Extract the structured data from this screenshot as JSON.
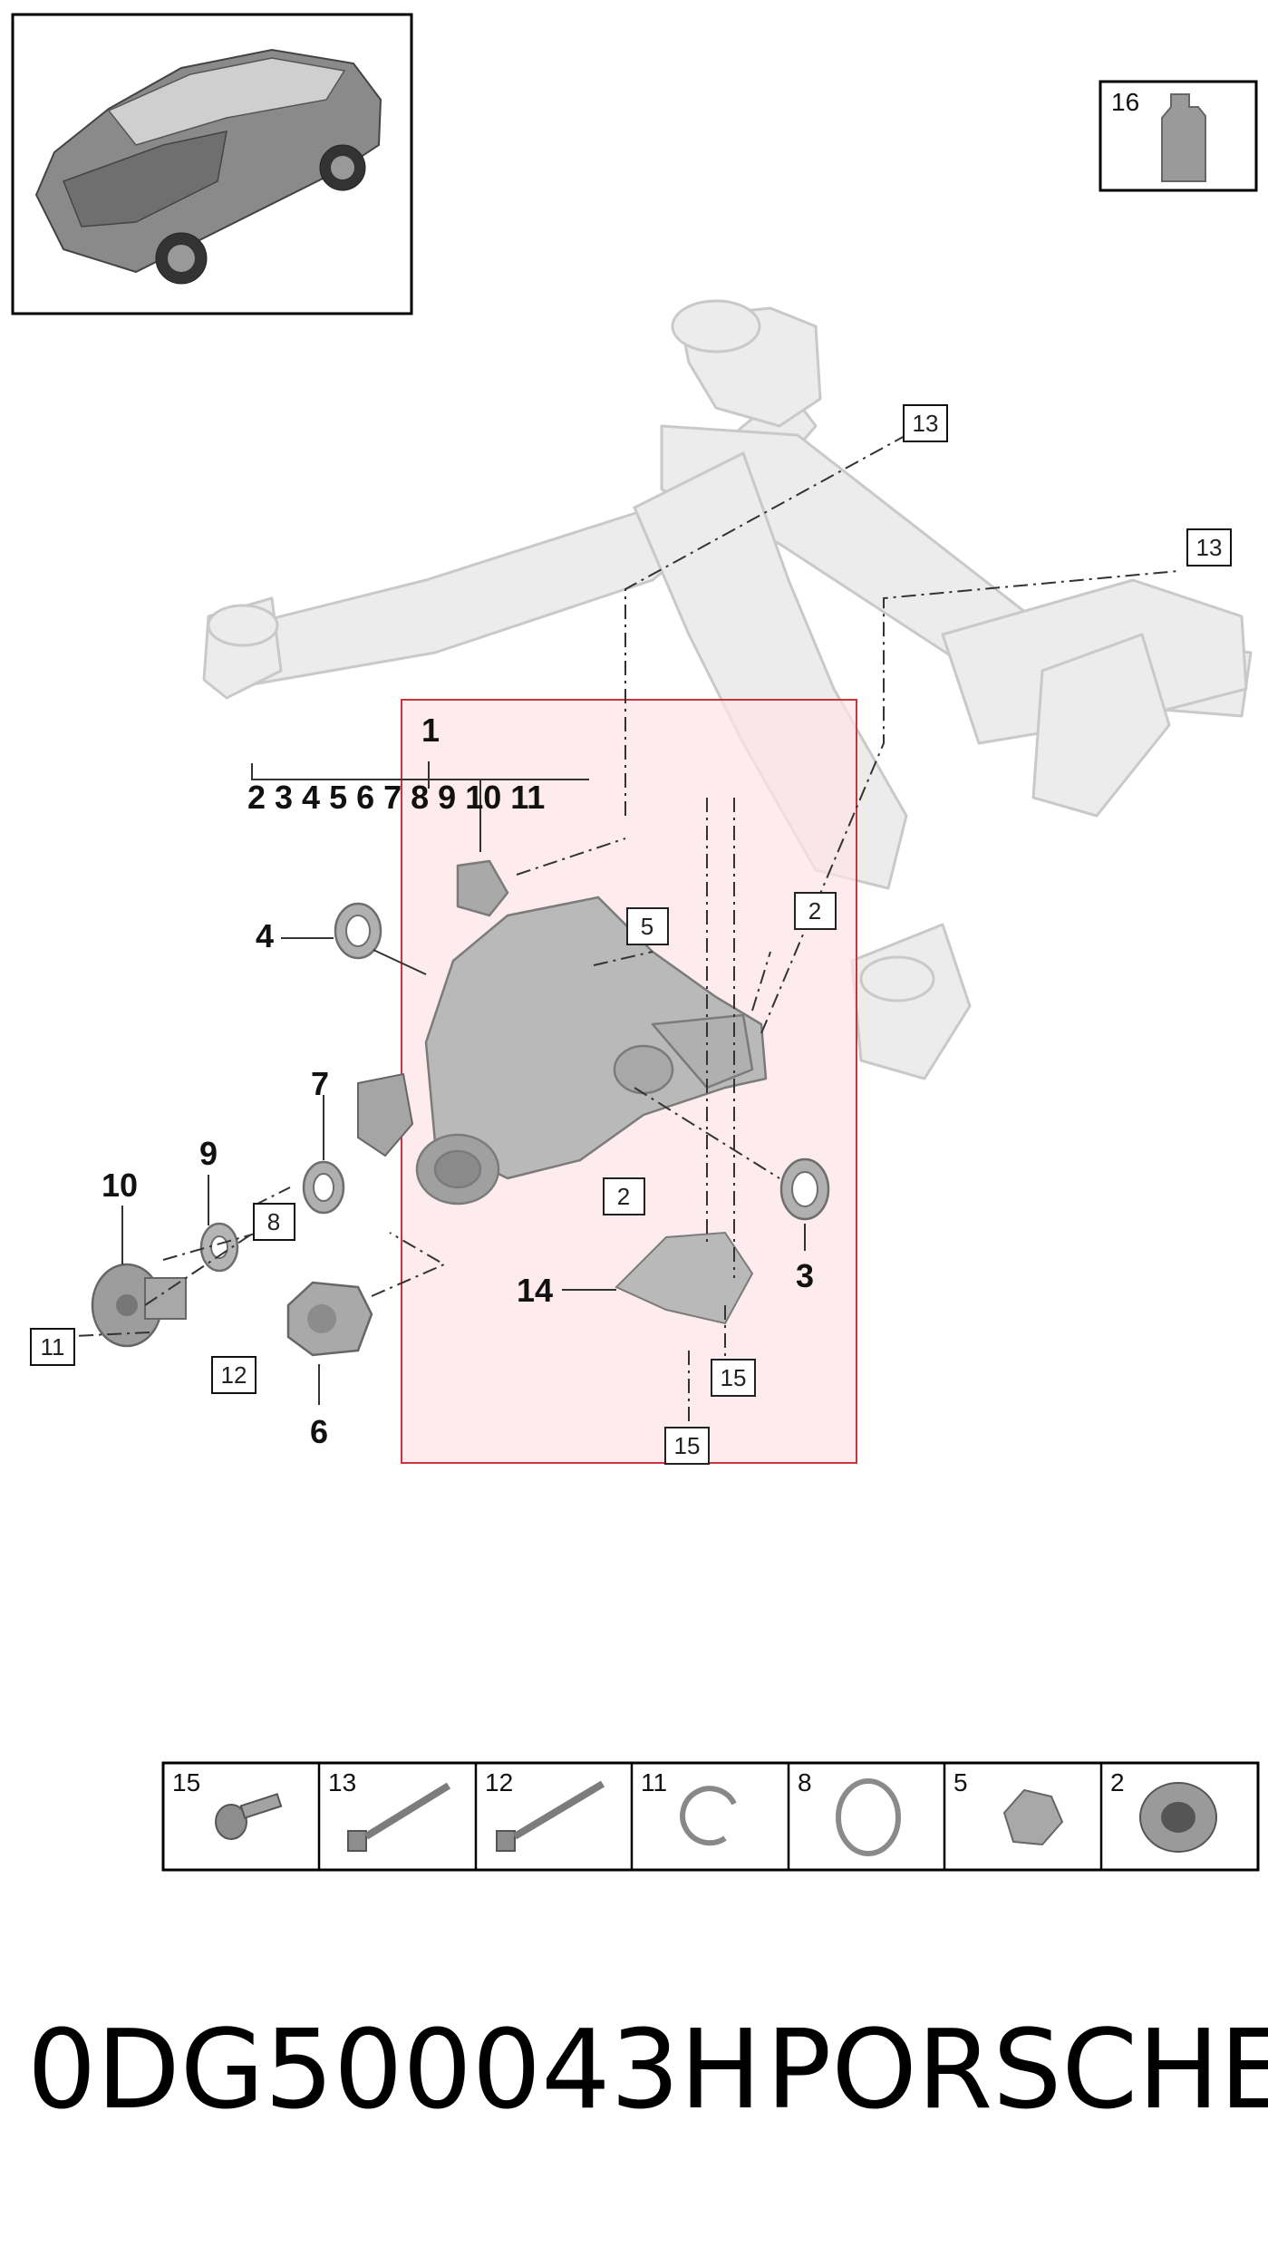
{
  "callouts": {
    "group_main": "1",
    "group_members": "2 3 4 5 6 7 8 9 10 11",
    "part_3": "3",
    "part_4": "4",
    "part_6": "6",
    "part_7": "7",
    "part_9": "9",
    "part_10": "10",
    "part_14": "14",
    "box_2a": "2",
    "box_2b": "2",
    "box_5": "5",
    "box_8": "8",
    "box_11": "11",
    "box_12": "12",
    "box_13a": "13",
    "box_13b": "13",
    "box_15a": "15",
    "box_15b": "15",
    "box_16": "16"
  },
  "hardware_strip": [
    "15",
    "13",
    "12",
    "11",
    "8",
    "5",
    "2"
  ],
  "footer": {
    "part_number": "0DG500043H",
    "brand": "PORSCHE"
  },
  "colors": {
    "highlight_fill": "#fde3e8",
    "highlight_border": "#c9343f",
    "frame_gray": "#ececec",
    "part_gray": "#b8b8b8"
  }
}
